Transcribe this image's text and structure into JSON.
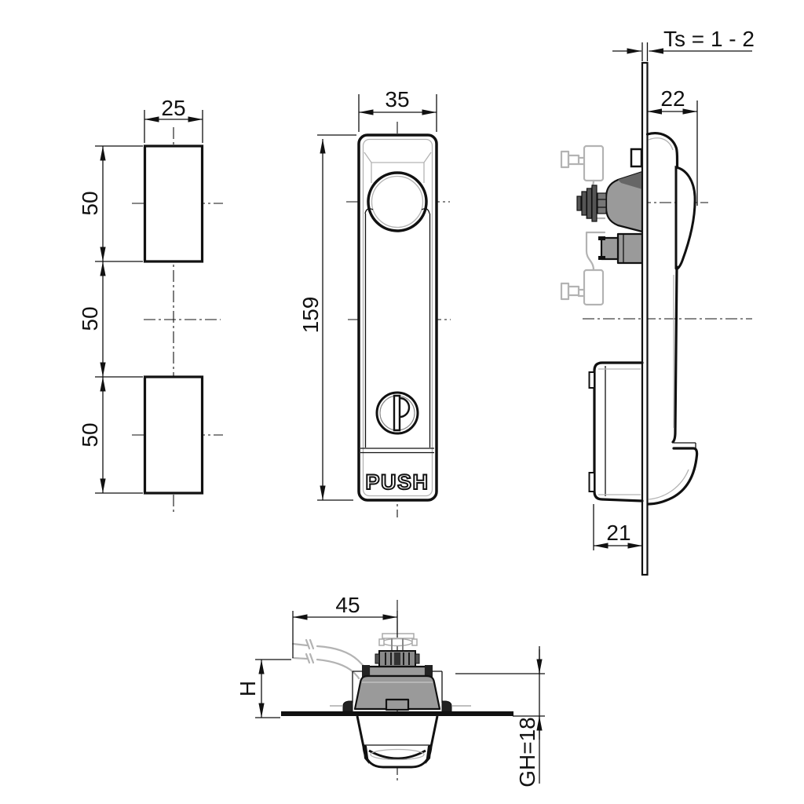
{
  "views": {
    "cutout": {
      "width": "25",
      "seg1": "50",
      "seg2": "50",
      "seg3": "50"
    },
    "front": {
      "width": "35",
      "height": "159",
      "push_label": "PUSH"
    },
    "side": {
      "panel_thickness": "Ts = 1 - 2",
      "front_depth": "22",
      "rear_depth": "21"
    },
    "section": {
      "lever_reach": "45",
      "handle_height": "H",
      "grip_height": "GH=18"
    }
  },
  "colors": {
    "line": "#111111",
    "mechanism_fill": "#9a9a9a",
    "phantom": "#b3b3b3",
    "background": "#ffffff"
  }
}
